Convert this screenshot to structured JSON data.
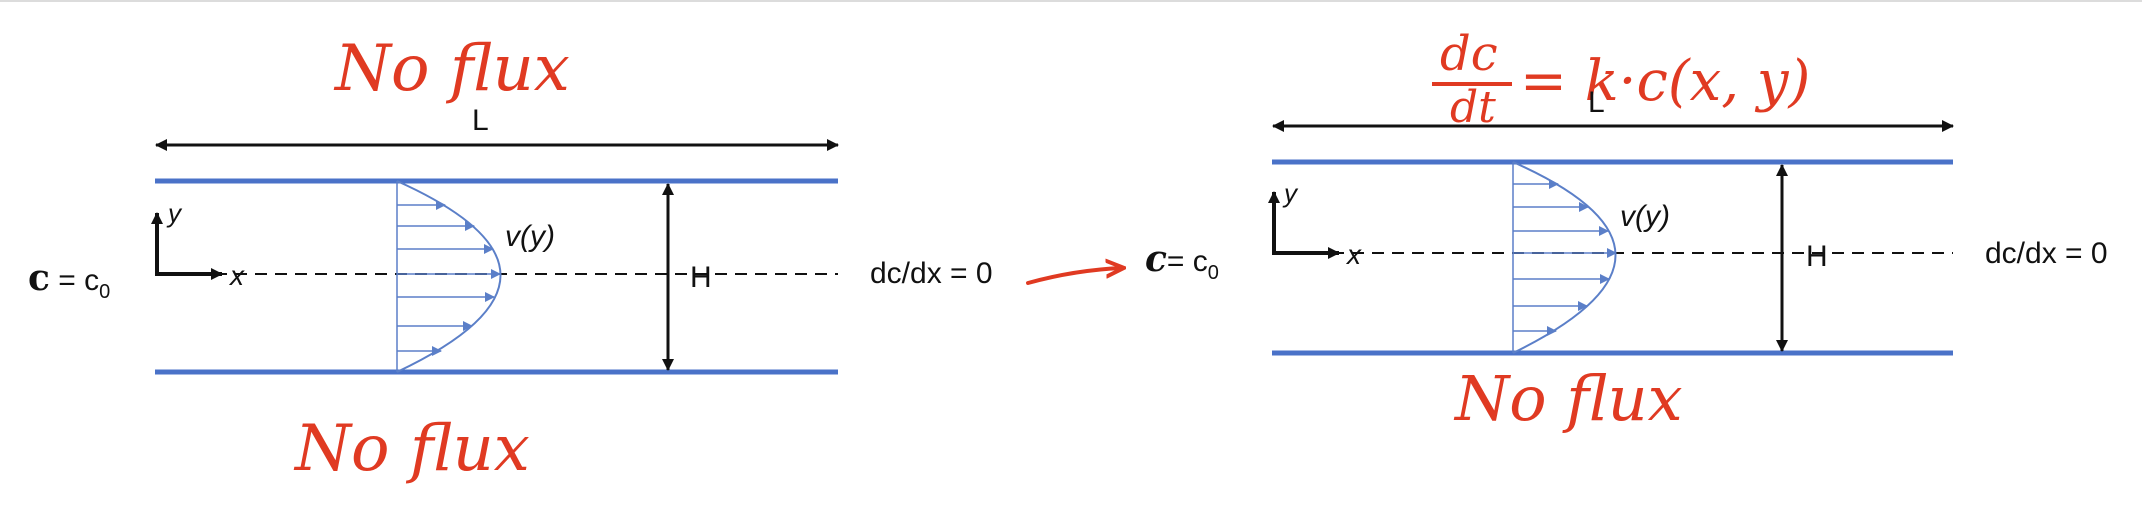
{
  "colors": {
    "channel_wall": "#4a72c8",
    "profile": "#5b7fc8",
    "annotation": "#e03a22",
    "ink": "#111111"
  },
  "left_diagram": {
    "top_annotation": "No flux",
    "length_label": "L",
    "height_label": "H",
    "velocity_label": "v(y)",
    "axis_x": "x",
    "axis_y": "y",
    "inlet_c": "c",
    "inlet_rest": " = c",
    "inlet_sub": "0",
    "outlet_label": "dc/dx = 0",
    "bottom_annotation": "No flux"
  },
  "arrow_between": "arrow-right-icon",
  "right_diagram": {
    "top_annotation": "= k·c(x, y)",
    "top_fraction_num": "dc",
    "top_fraction_den": "dt",
    "length_label": "L",
    "height_label": "H",
    "velocity_label": "v(y)",
    "axis_x": "x",
    "axis_y": "y",
    "inlet_c": "c",
    "inlet_rest": "= c",
    "inlet_sub": "0",
    "outlet_label": "dc/dx = 0",
    "bottom_annotation": "No flux"
  }
}
